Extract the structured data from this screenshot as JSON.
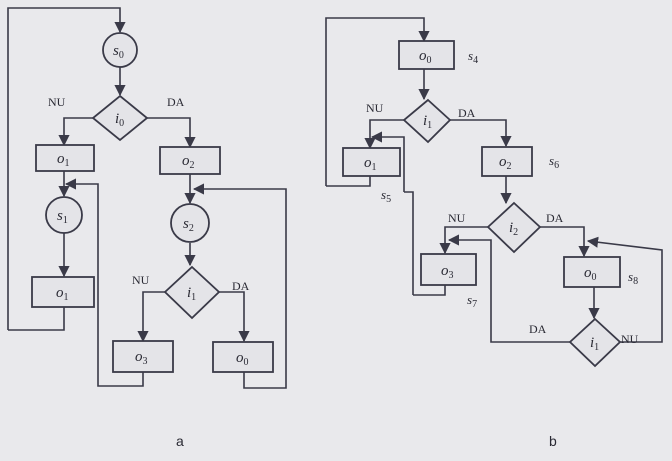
{
  "diagram_a": {
    "caption": "a",
    "nodes": {
      "s0": {
        "var": "s",
        "sub": "0"
      },
      "i0": {
        "var": "i",
        "sub": "0"
      },
      "o1a": {
        "var": "o",
        "sub": "1"
      },
      "o2": {
        "var": "o",
        "sub": "2"
      },
      "s1": {
        "var": "s",
        "sub": "1"
      },
      "s2": {
        "var": "s",
        "sub": "2"
      },
      "o1b": {
        "var": "o",
        "sub": "1"
      },
      "i1": {
        "var": "i",
        "sub": "1"
      },
      "o3": {
        "var": "o",
        "sub": "3"
      },
      "o0": {
        "var": "o",
        "sub": "0"
      }
    },
    "branches": {
      "i0_no": "NU",
      "i0_yes": "DA",
      "i1_no": "NU",
      "i1_yes": "DA"
    }
  },
  "diagram_b": {
    "caption": "b",
    "nodes": {
      "o0a": {
        "var": "o",
        "sub": "0"
      },
      "i1a": {
        "var": "i",
        "sub": "1"
      },
      "o1": {
        "var": "o",
        "sub": "1"
      },
      "o2": {
        "var": "o",
        "sub": "2"
      },
      "i2": {
        "var": "i",
        "sub": "2"
      },
      "o3": {
        "var": "o",
        "sub": "3"
      },
      "o0b": {
        "var": "o",
        "sub": "0"
      },
      "i1b": {
        "var": "i",
        "sub": "1"
      }
    },
    "side_labels": {
      "s4": {
        "var": "s",
        "sub": "4"
      },
      "s5": {
        "var": "s",
        "sub": "5"
      },
      "s6": {
        "var": "s",
        "sub": "6"
      },
      "s7": {
        "var": "s",
        "sub": "7"
      },
      "s8": {
        "var": "s",
        "sub": "8"
      }
    },
    "branches": {
      "i1a_no": "NU",
      "i1a_yes": "DA",
      "i2_no": "NU",
      "i2_yes": "DA",
      "i1b_yes": "DA",
      "i1b_no": "NU"
    }
  }
}
